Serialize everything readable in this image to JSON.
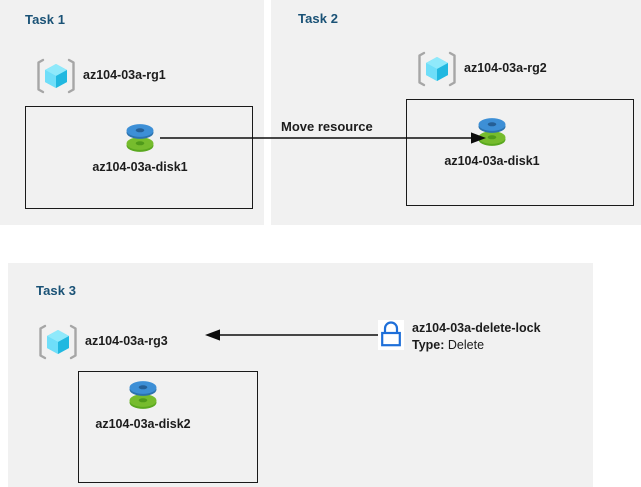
{
  "diagram": {
    "background_color": "#ffffff",
    "panel_color": "#f1f1f1",
    "title_color": "#1a5276",
    "panels": [
      {
        "id": "task1",
        "title": "Task 1"
      },
      {
        "id": "task2",
        "title": "Task 2"
      },
      {
        "id": "task3",
        "title": "Task 3"
      }
    ],
    "resource_groups": [
      {
        "id": "rg1",
        "label": "az104-03a-rg1",
        "icon": "resource-group-cube-icon"
      },
      {
        "id": "rg2",
        "label": "az104-03a-rg2",
        "icon": "resource-group-cube-icon"
      },
      {
        "id": "rg3",
        "label": "az104-03a-rg3",
        "icon": "resource-group-cube-icon"
      }
    ],
    "disks": [
      {
        "id": "disk1-task1",
        "label": "az104-03a-disk1",
        "icon": "managed-disk-icon"
      },
      {
        "id": "disk1-task2",
        "label": "az104-03a-disk1",
        "icon": "managed-disk-icon"
      },
      {
        "id": "disk2-task3",
        "label": "az104-03a-disk2",
        "icon": "managed-disk-icon"
      }
    ],
    "lock": {
      "name": "az104-03a-delete-lock",
      "type_label": "Type:",
      "type_value": "Delete",
      "icon": "lock-icon",
      "icon_color": "#1e6fd9"
    },
    "arrows": [
      {
        "id": "move-resource",
        "label": "Move resource",
        "direction": "right"
      },
      {
        "id": "apply-lock",
        "label": "",
        "direction": "left"
      }
    ],
    "colors": {
      "disk_top": "#3d8fd6",
      "disk_bottom": "#6cbe2b",
      "cube": "#4fd2f5",
      "bracket": "#a6a6a6",
      "arrow": "#0d0d0d",
      "text": "#1c1c1c"
    }
  }
}
